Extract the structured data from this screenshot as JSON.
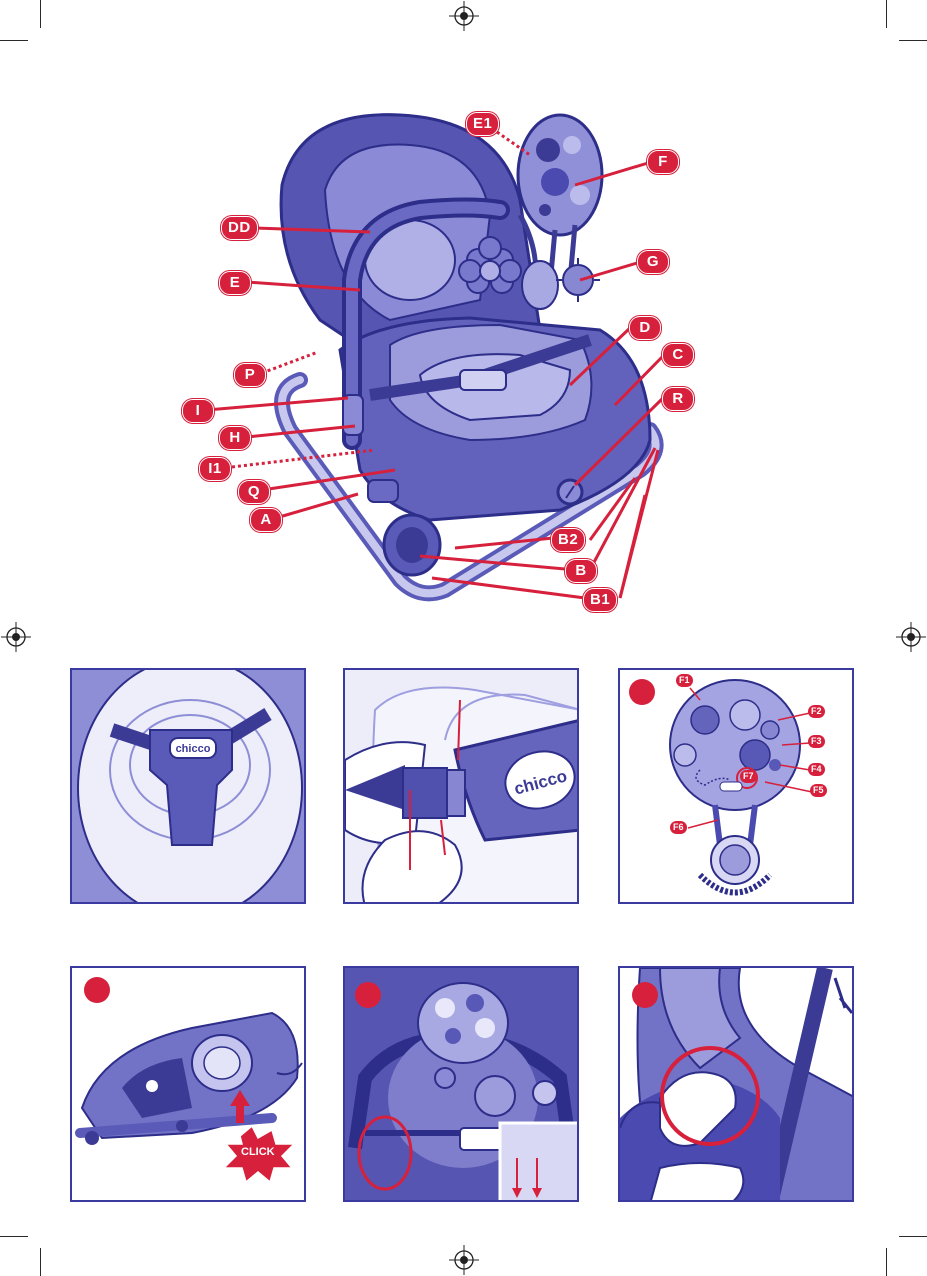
{
  "brand": {
    "name": "chicco",
    "color_primary": "#4a4ab0",
    "color_accent": "#d6203c"
  },
  "hero": {
    "callouts": [
      "E1",
      "F",
      "DD",
      "G",
      "E",
      "D",
      "C",
      "P",
      "R",
      "I",
      "H",
      "I1",
      "Q",
      "A",
      "B2",
      "B",
      "B1"
    ]
  },
  "panels": {
    "f_labels": [
      "F1",
      "F2",
      "F3",
      "F4",
      "F5",
      "F6",
      "F7"
    ],
    "click_text": "CLICK"
  },
  "icons": [
    "registration-mark-icon",
    "crop-mark-icon",
    "arrow-up-icon",
    "arrow-down-icon",
    "red-circle-highlight-icon",
    "step-dot-icon"
  ]
}
